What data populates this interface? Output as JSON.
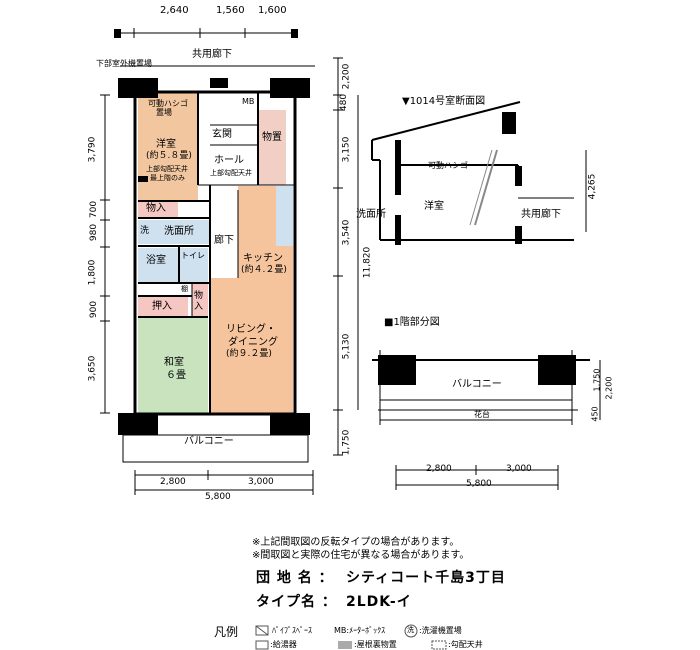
{
  "floor_plan": {
    "top_dims": [
      "2,640",
      "1,560",
      "1,600"
    ],
    "common_corridor": "共用廊下",
    "outdoor_unit_label": "下部室外機置場",
    "balcony": "バルコニー",
    "bottom_dims": [
      "2,800",
      "3,000"
    ],
    "bottom_total": "5,800",
    "right_dims": [
      "2,200",
      "480",
      "3,150",
      "3,540",
      "5,130",
      "1,750"
    ],
    "right_total": "11,820",
    "left_dims": [
      "3,790",
      "700",
      "980",
      "1,800",
      "900",
      "3,650"
    ],
    "rooms": {
      "western_room": "洋室",
      "western_room_size": "(約５.８畳)",
      "ladder_storage_1": "可動ハシゴ",
      "ladder_storage_2": "置場",
      "slope_note_1": "上部勾配天井",
      "slope_note_2": "最上階のみ",
      "entrance": "玄関",
      "mb": "MB",
      "storage": "物置",
      "hall": "ホール",
      "hall_note": "上部勾配天井",
      "closet_1": "物入",
      "wash_mark": "洗",
      "washroom": "洗面所",
      "corridor": "廊下",
      "bath": "浴室",
      "toilet": "トイレ",
      "kitchen": "キッチン",
      "kitchen_size": "(約４.２畳)",
      "shelf": "棚",
      "closet_2": "押入",
      "closet_3": "物入",
      "living_1": "リビング・",
      "living_2": "ダイニング",
      "living_size": "(約９.２畳)",
      "japanese_room": "和室",
      "japanese_size": "６畳"
    }
  },
  "section": {
    "title": "▼1014号室断面図",
    "ladder": "可動ハシゴ",
    "washroom": "洗面所",
    "western_room": "洋室",
    "corridor": "共用廊下",
    "height": "4,265"
  },
  "first_floor": {
    "title": "■1階部分図",
    "balcony": "バルコニー",
    "flowerbed": "花台",
    "dims_right": [
      "1,750",
      "2,200",
      "450"
    ],
    "bottom_dims": [
      "2,800",
      "3,000"
    ],
    "bottom_total": "5,800"
  },
  "notes": [
    "※上記間取図の反転タイプの場合があります。",
    "※間取図と実際の住宅が異なる場合があります。"
  ],
  "info": {
    "complex_label": "団 地 名 ：",
    "complex_value": "シティコート千島3丁目",
    "type_label": "タイプ名 ：",
    "type_value": "2LDK-イ"
  },
  "legend": {
    "title": "凡例",
    "pipe_space": "ﾊﾟｲﾌﾟｽﾍﾟｰｽ",
    "meter_box": "MB:ﾒｰﾀｰﾎﾞｯｸｽ",
    "washer_symbol": "洗",
    "washer": ":洗濯機置場",
    "water_heater": ":給湯器",
    "attic_storage": ":屋根裏物置",
    "sloped_ceiling": ":勾配天井"
  },
  "colors": {
    "western_room": "#f2c7a0",
    "hall": "#ffffff",
    "storage": "#f1cfc4",
    "wet_area": "#cfe0ee",
    "kitchen": "#f5c49c",
    "japanese_room": "#c9e3bf",
    "closet": "#f4c7c3",
    "wall": "#000000"
  }
}
